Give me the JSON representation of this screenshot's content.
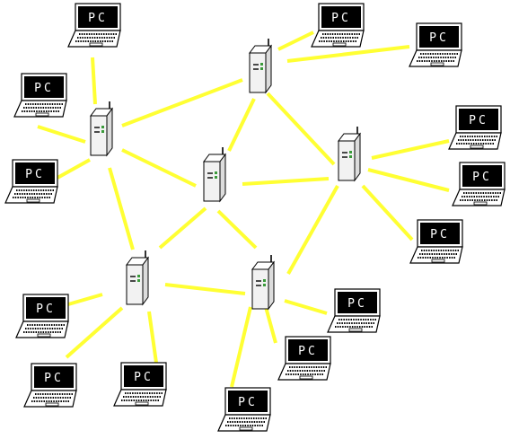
{
  "diagram": {
    "link_color": "#ffff33",
    "screen_color": "#000000",
    "server_led_color": "#3a9a3a",
    "pc_label": "PC",
    "routers": [
      {
        "id": "R1"
      },
      {
        "id": "R2"
      },
      {
        "id": "R3"
      },
      {
        "id": "R4"
      },
      {
        "id": "R5"
      },
      {
        "id": "R6"
      }
    ],
    "pcs": [
      {
        "id": "PC1"
      },
      {
        "id": "PC2"
      },
      {
        "id": "PC3"
      },
      {
        "id": "PC4"
      },
      {
        "id": "PC5"
      },
      {
        "id": "PC6"
      },
      {
        "id": "PC7"
      },
      {
        "id": "PC8"
      },
      {
        "id": "PC9"
      },
      {
        "id": "PC10"
      },
      {
        "id": "PC11"
      },
      {
        "id": "PC12"
      },
      {
        "id": "PC13"
      },
      {
        "id": "PC14"
      },
      {
        "id": "PC15"
      }
    ],
    "router_links": [
      [
        "R1",
        "R2"
      ],
      [
        "R1",
        "R3"
      ],
      [
        "R1",
        "R5"
      ],
      [
        "R2",
        "R3"
      ],
      [
        "R2",
        "R4"
      ],
      [
        "R3",
        "R4"
      ],
      [
        "R3",
        "R5"
      ],
      [
        "R3",
        "R6"
      ],
      [
        "R4",
        "R6"
      ],
      [
        "R5",
        "R6"
      ]
    ],
    "pc_links": [
      [
        "PC1",
        "R1"
      ],
      [
        "PC2",
        "R1"
      ],
      [
        "PC3",
        "R1"
      ],
      [
        "PC4",
        "R2"
      ],
      [
        "PC5",
        "R2"
      ],
      [
        "PC6",
        "R4"
      ],
      [
        "PC7",
        "R4"
      ],
      [
        "PC8",
        "R4"
      ],
      [
        "PC9",
        "R5"
      ],
      [
        "PC10",
        "R5"
      ],
      [
        "PC11",
        "R5"
      ],
      [
        "PC12",
        "R6"
      ],
      [
        "PC13",
        "R6"
      ],
      [
        "PC14",
        "R6"
      ]
    ]
  }
}
